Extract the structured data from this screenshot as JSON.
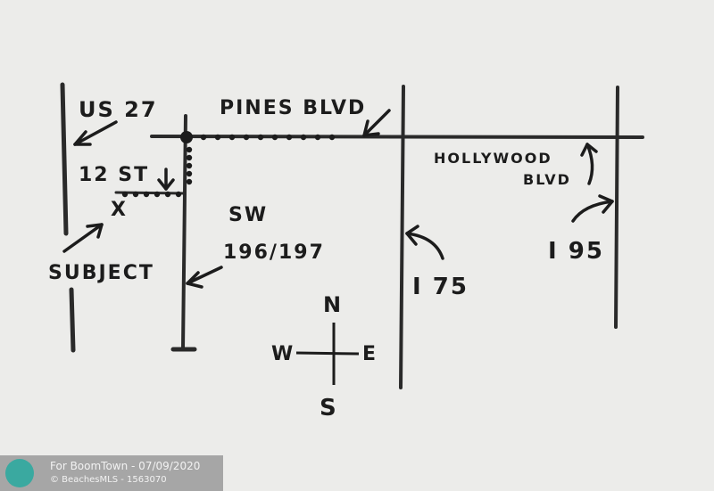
{
  "labels": {
    "us27": "US 27",
    "pines": "PINES BLVD",
    "hollywood_line1": "HOLLYWOOD",
    "hollywood_line2": "BLVD",
    "st12": "12 ST",
    "x_mark": "X",
    "subject": "SUBJECT",
    "sw_line1": "SW",
    "sw_line2": "196/197",
    "i75": "I 75",
    "i95": "I 95"
  },
  "compass": {
    "n": "N",
    "s": "S",
    "e": "E",
    "w": "W"
  },
  "watermark": {
    "line1": "For BoomTown - 07/09/2020",
    "line2": "© BeachesMLS - 1563070"
  },
  "colors": {
    "ink": "#1c1c1c",
    "paper": "#ececea",
    "watermark_logo": "#3aa9a0"
  }
}
